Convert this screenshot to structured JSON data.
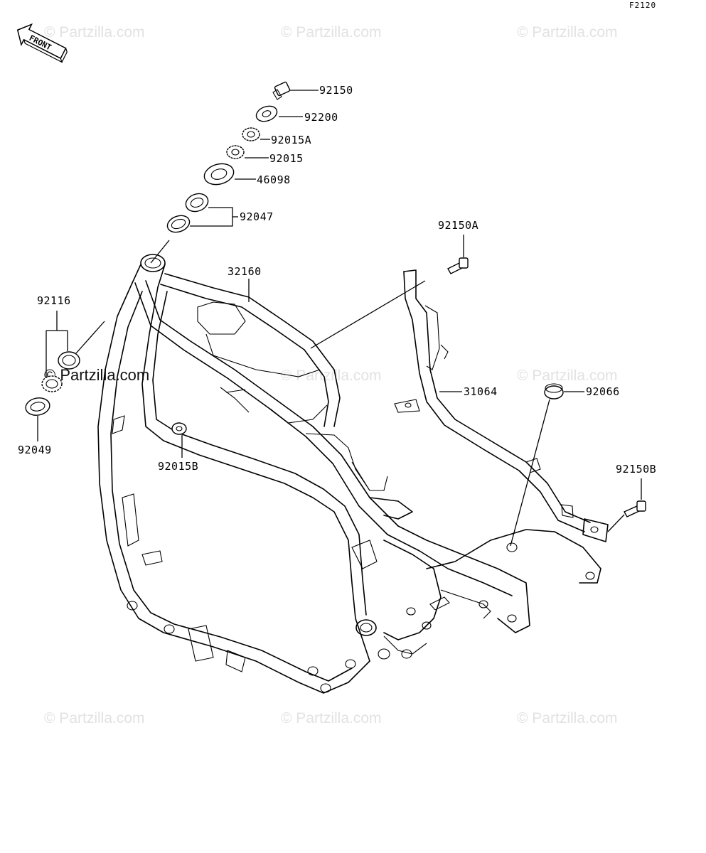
{
  "diagram_code": "F2120",
  "front_label": "FRONT",
  "watermark": "© Partzilla.com",
  "watermark_center": "© Partzilla.com",
  "parts": {
    "p92150": "92150",
    "p92200": "92200",
    "p92015A": "92015A",
    "p92015": "92015",
    "p46098": "46098",
    "p92047": "92047",
    "p92150A": "92150A",
    "p32160": "32160",
    "p92116": "92116",
    "p31064": "31064",
    "p92066": "92066",
    "p92049": "92049",
    "p92015B": "92015B",
    "p92150B": "92150B"
  }
}
